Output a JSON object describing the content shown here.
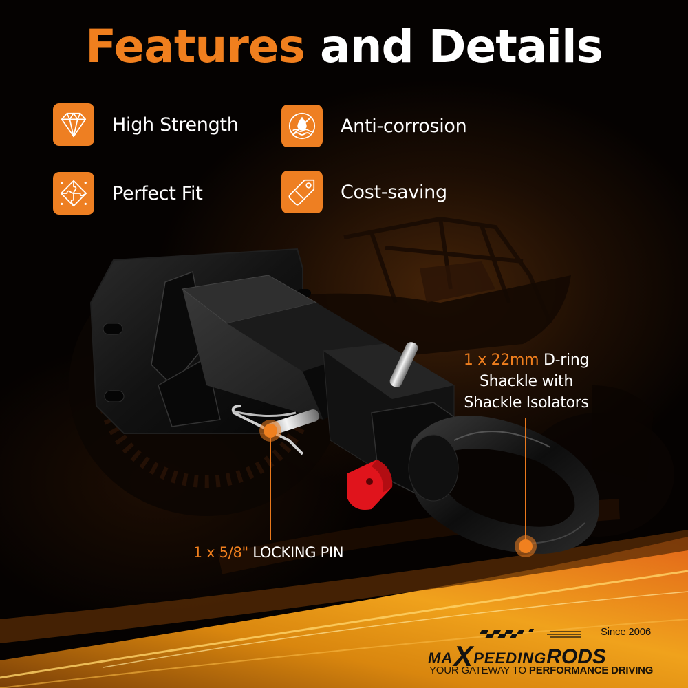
{
  "title": {
    "accent": "Features",
    "rest": " and Details",
    "accent_color": "#f07f1e",
    "rest_color": "#ffffff"
  },
  "features": [
    {
      "icon": "diamond-icon",
      "label": "High Strength"
    },
    {
      "icon": "no-water-drop-icon",
      "label": "Anti-corrosion"
    },
    {
      "icon": "puzzle-icon",
      "label": "Perfect Fit"
    },
    {
      "icon": "price-tag-icon",
      "label": "Cost-saving"
    }
  ],
  "callouts": {
    "shackle": {
      "highlight": "1 x 22mm",
      "line1_rest": " D-ring",
      "line2": "Shackle with",
      "line3": "Shackle Isolators"
    },
    "pin": {
      "highlight": "1 x 5/8\"",
      "rest": " LOCKING PIN"
    }
  },
  "brand": {
    "since": "Since 2006",
    "wordmark_prefix": "MA",
    "wordmark_x": "X",
    "wordmark_mid": "PEEDING",
    "wordmark_suffix": "RODS",
    "tagline_light": "YOUR GATEWAY TO ",
    "tagline_bold": "PERFORMANCE DRIVING"
  },
  "colors": {
    "accent": "#ee7f22",
    "background": "#050201",
    "text": "#ffffff",
    "pin_cap": "#e0141c"
  }
}
